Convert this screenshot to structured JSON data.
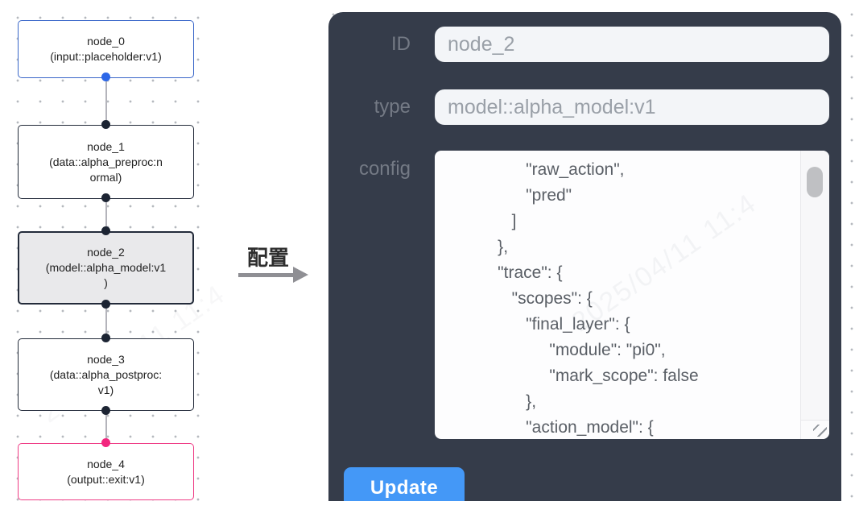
{
  "flow": {
    "nodes": [
      {
        "id": "node_0",
        "label": "node_0\n(input::placeholder:v1)",
        "kind": "input",
        "border_color": "#3a67c9"
      },
      {
        "id": "node_1",
        "label": "node_1\n(data::alpha_preproc:n\normal)",
        "kind": "default",
        "border_color": "#232b3a"
      },
      {
        "id": "node_2",
        "label": "node_2\n(model::alpha_model:v1\n)",
        "kind": "selected",
        "border_color": "#232b3a",
        "bg_color": "#e9e9eb"
      },
      {
        "id": "node_3",
        "label": "node_3\n(data::alpha_postproc:\nv1)",
        "kind": "default",
        "border_color": "#232b3a"
      },
      {
        "id": "node_4",
        "label": "node_4\n(output::exit:v1)",
        "kind": "output",
        "border_color": "#ef3c85"
      }
    ],
    "handle_colors": {
      "dark": "#1c2433",
      "blue": "#2c67e8",
      "pink": "#f2267e"
    }
  },
  "transfer": {
    "label": "配置"
  },
  "panel": {
    "id_label": "ID",
    "id_value": "node_2",
    "type_label": "type",
    "type_value": "model::alpha_model:v1",
    "config_label": "config",
    "config_value": "                 \"raw_action\",\n                 \"pred\"\n              ]\n           },\n           \"trace\": {\n              \"scopes\": {\n                 \"final_layer\": {\n                      \"module\": \"pi0\",\n                      \"mark_scope\": false\n                 },\n                 \"action_model\": {",
    "update_label": "Update"
  },
  "watermark": {
    "text": "2025/04/11 11:4"
  },
  "colors": {
    "panel_bg": "#353c4a",
    "field_bg": "#f3f5f8",
    "field_text": "#9aa0a8",
    "label_text": "#747a85",
    "accent_blue": "#4498f7",
    "edge_gray": "#b4b4bb",
    "arrow_gray": "#8f8f94"
  }
}
